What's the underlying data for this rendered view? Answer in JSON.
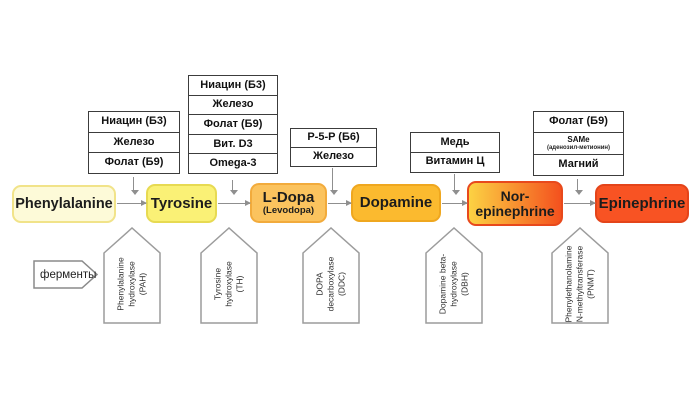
{
  "chain": {
    "nodes": [
      {
        "label": "Phenylalanine",
        "sub": "",
        "bg": "#fdfad8",
        "border": "#f1e389"
      },
      {
        "label": "Tyrosine",
        "sub": "",
        "bg": "#faf176",
        "border": "#e7da52"
      },
      {
        "label": "L-Dopa",
        "sub": "(Levodopa)",
        "bg": "#fbc35e",
        "border": "#f2ab3c"
      },
      {
        "label": "Dopamine",
        "sub": "",
        "bg": "#fbba2f",
        "border": "#efa71f"
      },
      {
        "label": "Nor-epinephrine",
        "sub": "",
        "bg": "linear-gradient(90deg, #fcd243, #f4511e)",
        "border": "#e8491c"
      },
      {
        "label": "Epinephrine",
        "sub": "",
        "bg": "#f85323",
        "border": "#e4441a"
      }
    ]
  },
  "cofactor_stacks": [
    {
      "rows": [
        "Ниацин (Б3)",
        "Железо",
        "Фолат (Б9)"
      ]
    },
    {
      "rows": [
        "Ниацин (Б3)",
        "Железо",
        "Фолат (Б9)",
        "Вит. D3",
        "Omega-3"
      ]
    },
    {
      "rows": [
        "P-5-P (Б6)",
        "Железо"
      ]
    },
    {
      "rows": [
        "Медь",
        "Витамин Ц"
      ]
    },
    {
      "rows": [
        "Фолат (Б9)",
        "SAMe",
        "Магний"
      ],
      "row_sub": "(аденозил-метионин)"
    }
  ],
  "enzymes": [
    {
      "lines": [
        "Phenylalanine",
        "hydroxylase",
        "(PAH)"
      ]
    },
    {
      "lines": [
        "Tyrosine",
        "hydroxylase",
        "(TH)"
      ]
    },
    {
      "lines": [
        "DOPA",
        "decarboxylase",
        "(DDC)"
      ]
    },
    {
      "lines": [
        "Dopamine beta-",
        "hydroxylase",
        "(DBH)"
      ]
    },
    {
      "lines": [
        "Phenylethanolamine",
        "N-methyltransferase",
        "(PNMT)"
      ]
    }
  ],
  "legend": {
    "enzymes_tag": "ферменты"
  },
  "colors": {
    "background": "#ffffff",
    "connector": "#8f8f8f",
    "stack_border": "#3c3c3c",
    "enzyme_border": "#9c9c9c",
    "text": "#1c1c1c"
  }
}
